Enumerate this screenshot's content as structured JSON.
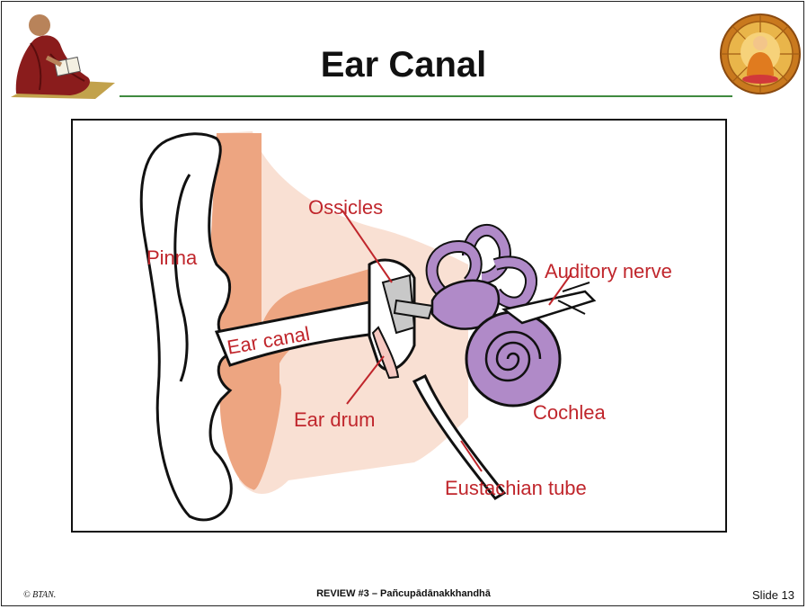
{
  "slide": {
    "title": "Ear Canal",
    "footer_left": "© BTAN.",
    "footer_center": "REVIEW #3 – Pañcupādānakkhandhā",
    "footer_right": "Slide 13"
  },
  "diagram": {
    "labels": {
      "ossicles": "Ossicles",
      "pinna": "Pinna",
      "auditory_nerve": "Auditory nerve",
      "ear_canal": "Ear canal",
      "ear_drum": "Ear drum",
      "cochlea": "Cochlea",
      "eustachian_tube": "Eustachian tube"
    },
    "colors": {
      "label": "#c0262c",
      "skin": "#eda581",
      "inner_ear": "#b08ac8",
      "ossicles": "#c8c8c8",
      "rule": "#3f8a3f"
    }
  },
  "images": {
    "left": "monk-reading-logo",
    "right": "buddha-dhammachakka-seal"
  }
}
